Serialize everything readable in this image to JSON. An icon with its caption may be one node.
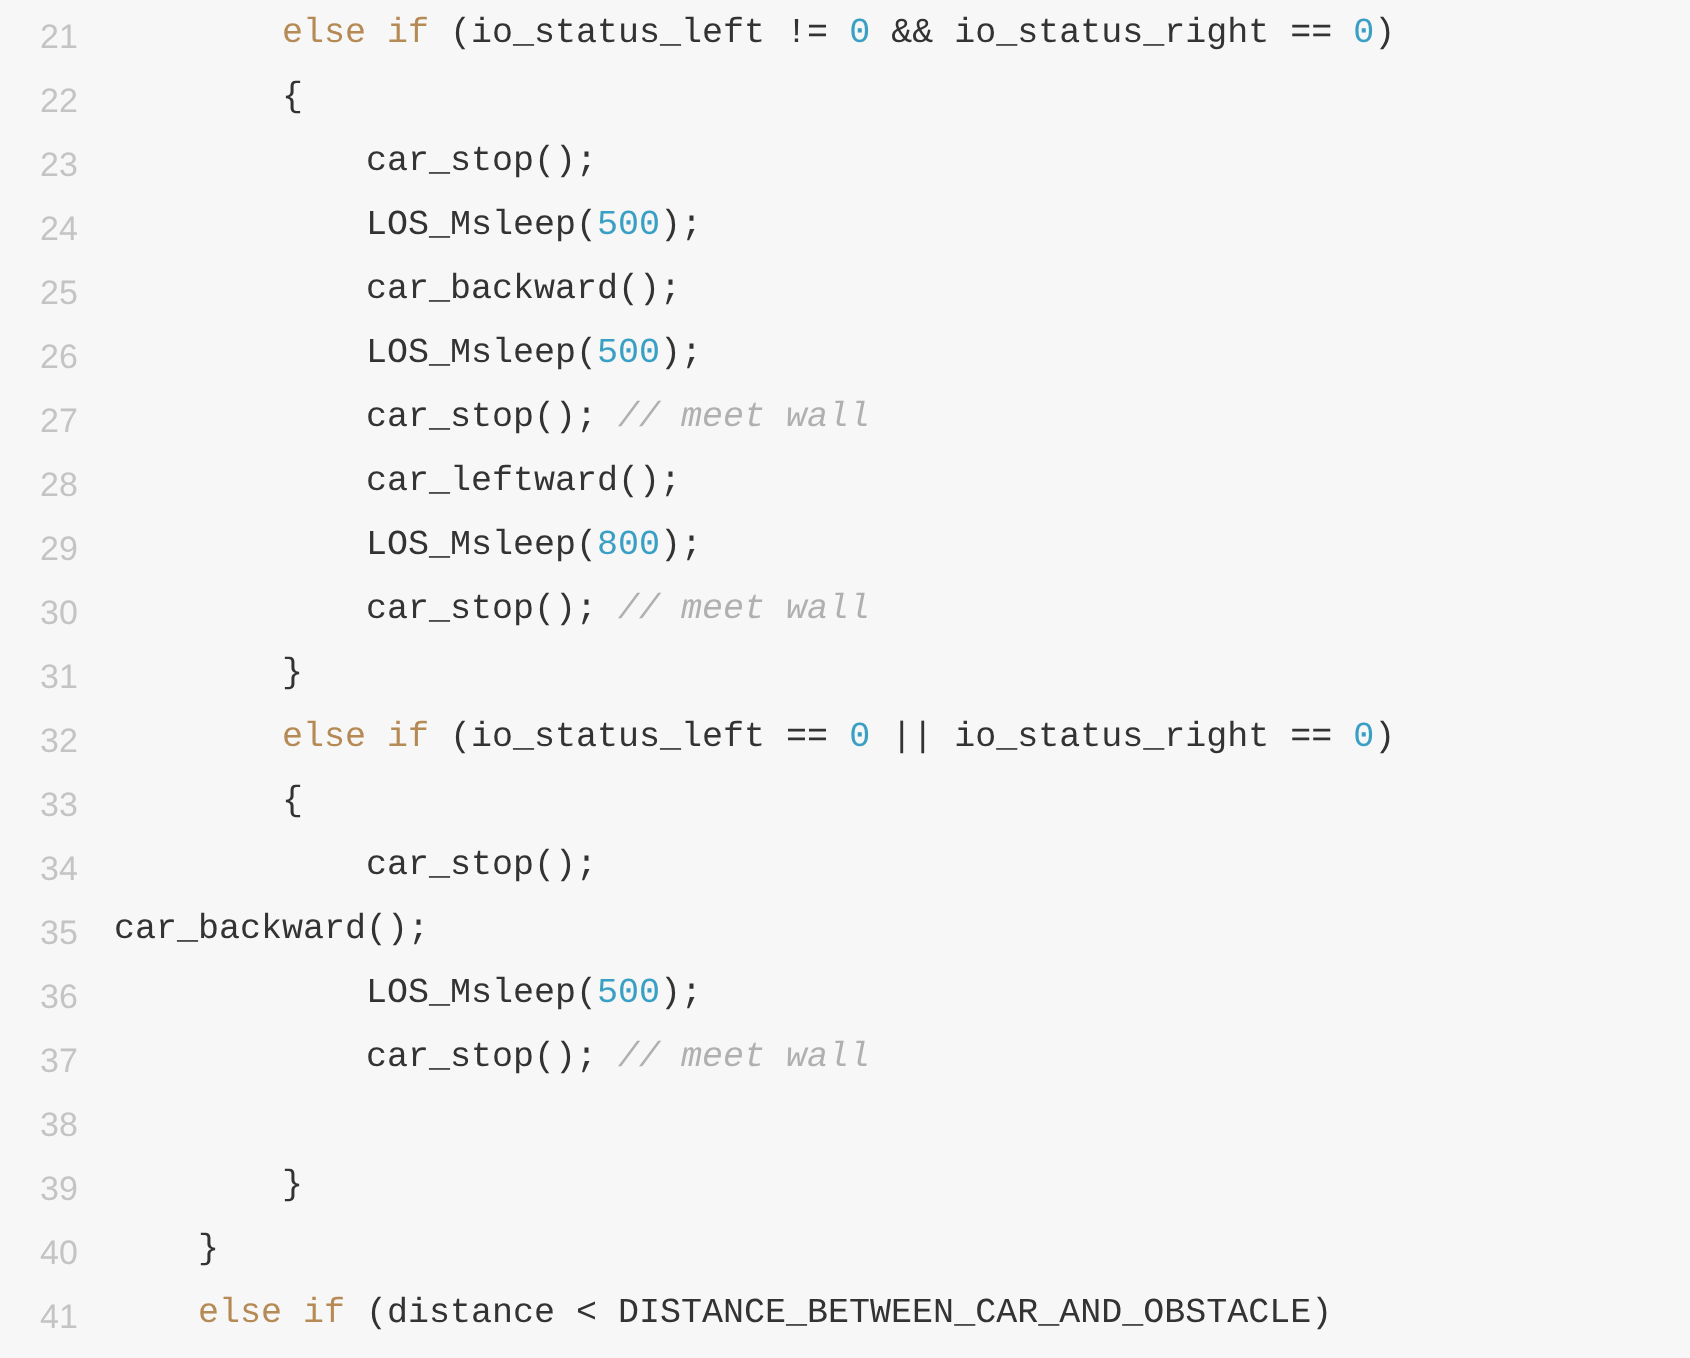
{
  "diagram": {
    "labels": [
      "21",
      "else if (io_status_left != 0 && io_status_right == 0)",
      "22",
      "{",
      "23",
      "car_stop();",
      "24",
      "LOS_Msleep(500);",
      "25",
      "car_backward();",
      "26",
      "LOS_Msleep(500);",
      "27",
      "car_stop(); *// meet wall*",
      "28",
      "car_leftward();",
      "29",
      "LOS_Msleep(800);",
      "30",
      "car_stop(); *// meet wall*",
      "31",
      "}",
      "32",
      "else if (io_status_left == 0 || io_status_right == 0)",
      "33",
      "{",
      "34",
      "car_stop();",
      "35",
      "car_backward();",
      "36",
      "LOS_Msleep(500);",
      "37",
      "car_stop(); *// meet wall*",
      "38",
      "39",
      "}",
      "40",
      "}",
      "41",
      "else if (distance < DISTANCE_BETWEEN_CAR_AND_OBSTACLE)"
    ]
  }
}
